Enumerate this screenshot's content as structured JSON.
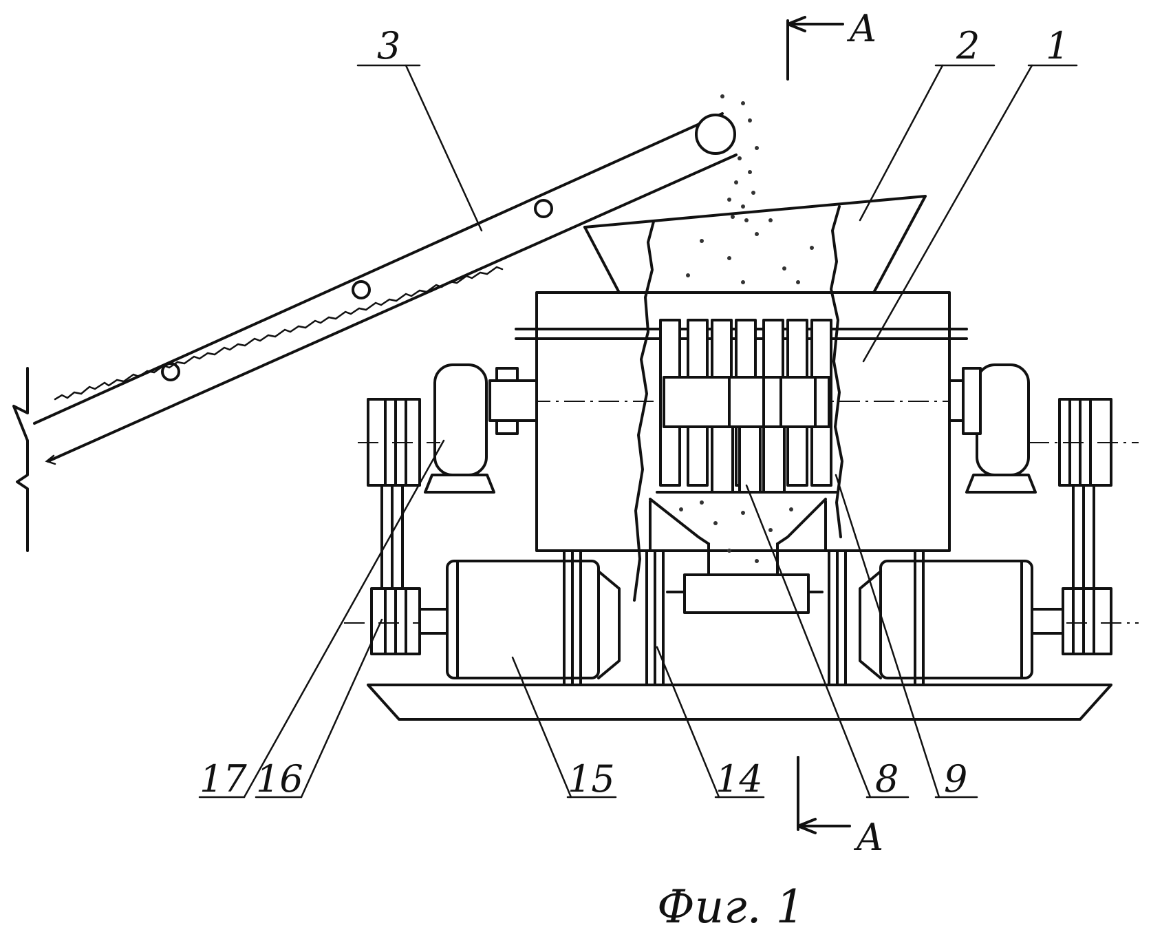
{
  "labels": {
    "l1": "1",
    "l2": "2",
    "l3": "3",
    "l8": "8",
    "l9": "9",
    "l14": "14",
    "l15": "15",
    "l16": "16",
    "l17": "17"
  },
  "section": {
    "top_letter": "A",
    "bottom_letter": "A"
  },
  "caption": "Фиг. 1"
}
